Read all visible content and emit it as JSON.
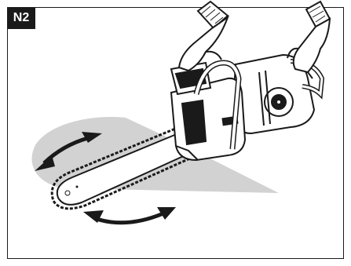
{
  "figure": {
    "label": "N2",
    "colors": {
      "ink": "#1a1a1a",
      "zone": "#d2d2d2",
      "body": "#ffffff"
    },
    "parts": [
      "glove-icon",
      "chainsaw-icon",
      "guide-bar",
      "saw-chain",
      "kickback-zone",
      "rotation-arrow"
    ]
  }
}
